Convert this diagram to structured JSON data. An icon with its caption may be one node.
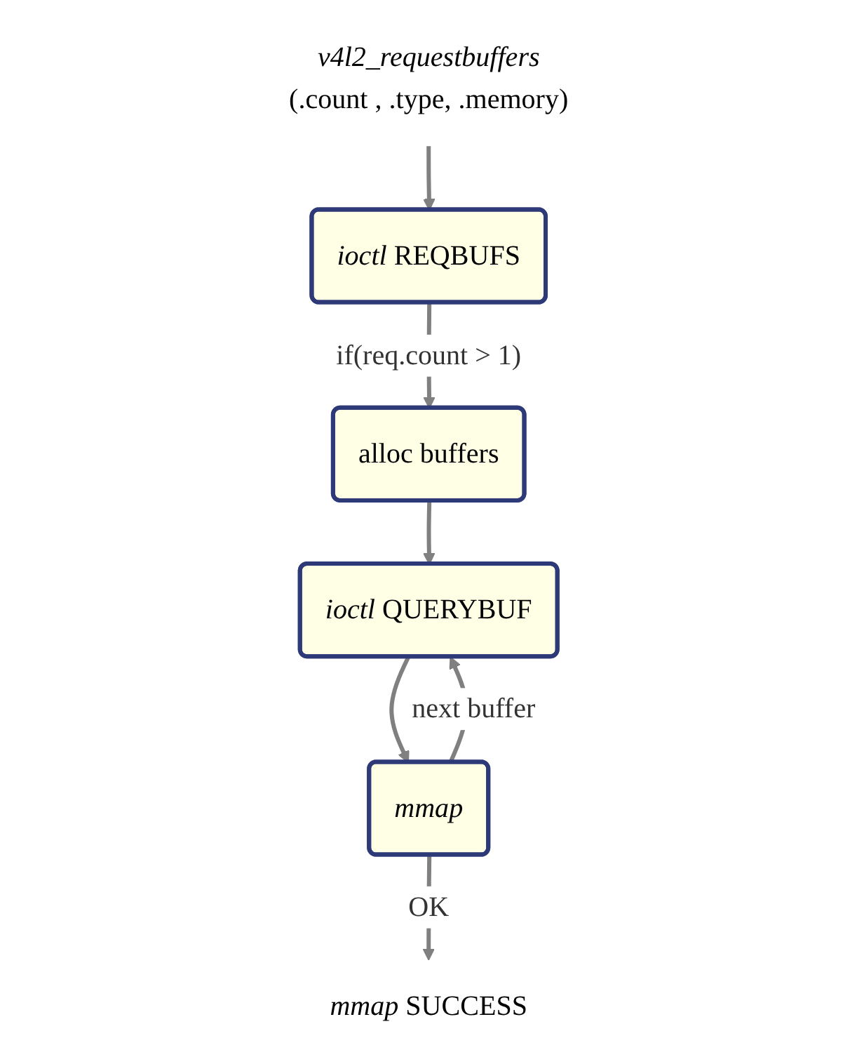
{
  "diagram": {
    "nodes": [
      {
        "text": [
          "*v4l2_requestbuffers*",
          "(.count , .type, .memory)"
        ]
      },
      {
        "text": [
          "*ioctl* REQBUFS"
        ]
      },
      {
        "text": [
          "alloc buffers"
        ]
      },
      {
        "text": [
          "*ioctl* QUERYBUF"
        ]
      },
      {
        "text": [
          "*mmap*"
        ]
      },
      {
        "text": [
          "*mmap* SUCCESS"
        ]
      }
    ],
    "edges": [
      {
        "from": 0,
        "to": 1,
        "arrow": "to"
      },
      {
        "from": 1,
        "to": 2,
        "arrow": "to",
        "label": "if(req.count > 1)"
      },
      {
        "from": 2,
        "to": 3,
        "arrow": "to"
      },
      {
        "from": 3,
        "to": 4,
        "arrow": "to"
      },
      {
        "from": 4,
        "to": 3,
        "arrow": "to",
        "label": "next buffer"
      },
      {
        "from": 4,
        "to": 5,
        "arrow": "to",
        "label": "OK"
      }
    ]
  }
}
